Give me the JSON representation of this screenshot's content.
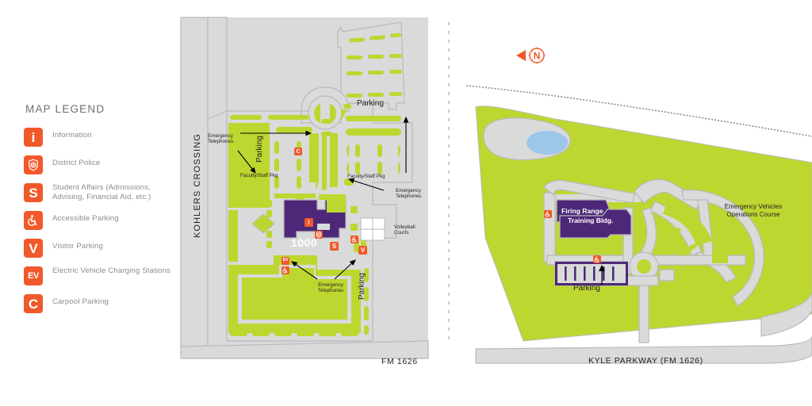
{
  "legend": {
    "title": "MAP LEGEND",
    "accent_color": "#f1592a",
    "items": [
      {
        "icon": "information-icon",
        "glyph": "i",
        "label": "Information"
      },
      {
        "icon": "police-badge-icon",
        "glyph": "☢",
        "label": "District Police"
      },
      {
        "icon": "student-affairs-icon",
        "glyph": "S",
        "label": "Student Affairs (Admissions, Advising, Financial Aid, etc.)"
      },
      {
        "icon": "accessible-parking-icon",
        "glyph": "♿",
        "label": "Accessible Parking"
      },
      {
        "icon": "visitor-parking-icon",
        "glyph": "V",
        "label": "Visitor Parking"
      },
      {
        "icon": "electric-vehicle-icon",
        "glyph": "EV",
        "label": "Electric Vehicle Charging Stations"
      },
      {
        "icon": "carpool-parking-icon",
        "glyph": "C",
        "label": "Carpool Parking"
      }
    ]
  },
  "colors": {
    "green": "#bed630",
    "gray_pavement": "#d9dada",
    "gray_stroke": "#b9babb",
    "purple_building": "#4d2878",
    "orange": "#f1592a",
    "pond_blue": "#9dc6e8",
    "divider": "#cdc7e0"
  },
  "left_map": {
    "name": "kohlers-crossing-campus",
    "road_west": "KOHLERS CROSSING",
    "road_south": "FM 1626",
    "building_number": "1000",
    "labels": {
      "parking_north": "Parking",
      "parking_mid": "Parking",
      "parking_east": "Parking",
      "faculty_staff_west": "Faculty/Staff Pkg",
      "faculty_staff_east": "Faculty/Staff Pkg",
      "emergency_nw": "Emergency Telephones",
      "emergency_ne": "Emergency Telephones",
      "emergency_south": "Emergency Telephones",
      "volleyball": "Volleyball Courts"
    },
    "pins": [
      {
        "name": "carpool-pin",
        "glyph": "C"
      },
      {
        "name": "information-pin",
        "glyph": "i"
      },
      {
        "name": "police-pin",
        "glyph": "☢"
      },
      {
        "name": "student-affairs-pin",
        "glyph": "S"
      },
      {
        "name": "accessible-pin-east",
        "glyph": "♿"
      },
      {
        "name": "visitor-pin",
        "glyph": "V"
      },
      {
        "name": "ev-pin",
        "glyph": "EV"
      },
      {
        "name": "accessible-pin-west",
        "glyph": "♿"
      }
    ]
  },
  "right_map": {
    "name": "kyle-parkway-campus",
    "road_south": "KYLE PARKWAY (FM 1626)",
    "compass": "N",
    "buildings": [
      {
        "name": "firing-range",
        "label": "Firing Range"
      },
      {
        "name": "training-building",
        "label": "Training Bldg."
      }
    ],
    "labels": {
      "parking": "Parking",
      "evoc": "Emergency Vehicles Operations Course"
    },
    "pins": [
      {
        "name": "accessible-pin-upper",
        "glyph": "♿"
      },
      {
        "name": "accessible-pin-lot",
        "glyph": "♿"
      }
    ]
  }
}
